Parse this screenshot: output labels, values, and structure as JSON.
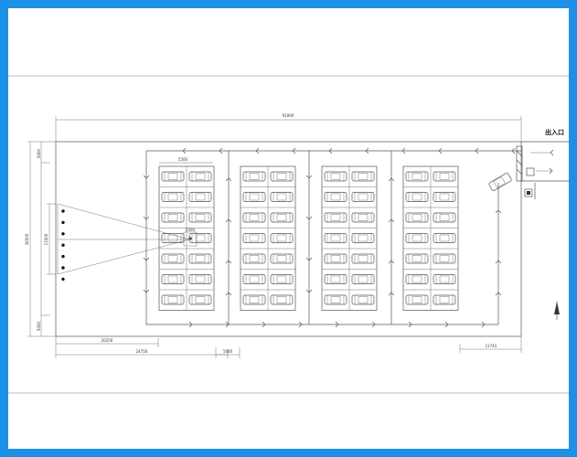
{
  "labels": {
    "entrance": "出入口"
  },
  "dimensions": {
    "total_width": "91000",
    "left_height": "36000",
    "inner_height": "13500",
    "top_offset": "5000",
    "bottom_offset": "5000",
    "bottom_left_1": "20250",
    "bottom_left_2": "24750",
    "bottom_mid": "5000",
    "bottom_right": "11741",
    "spot_width": "5500"
  },
  "colors": {
    "frame_border": "#1e8fe6",
    "line": "#555555"
  }
}
